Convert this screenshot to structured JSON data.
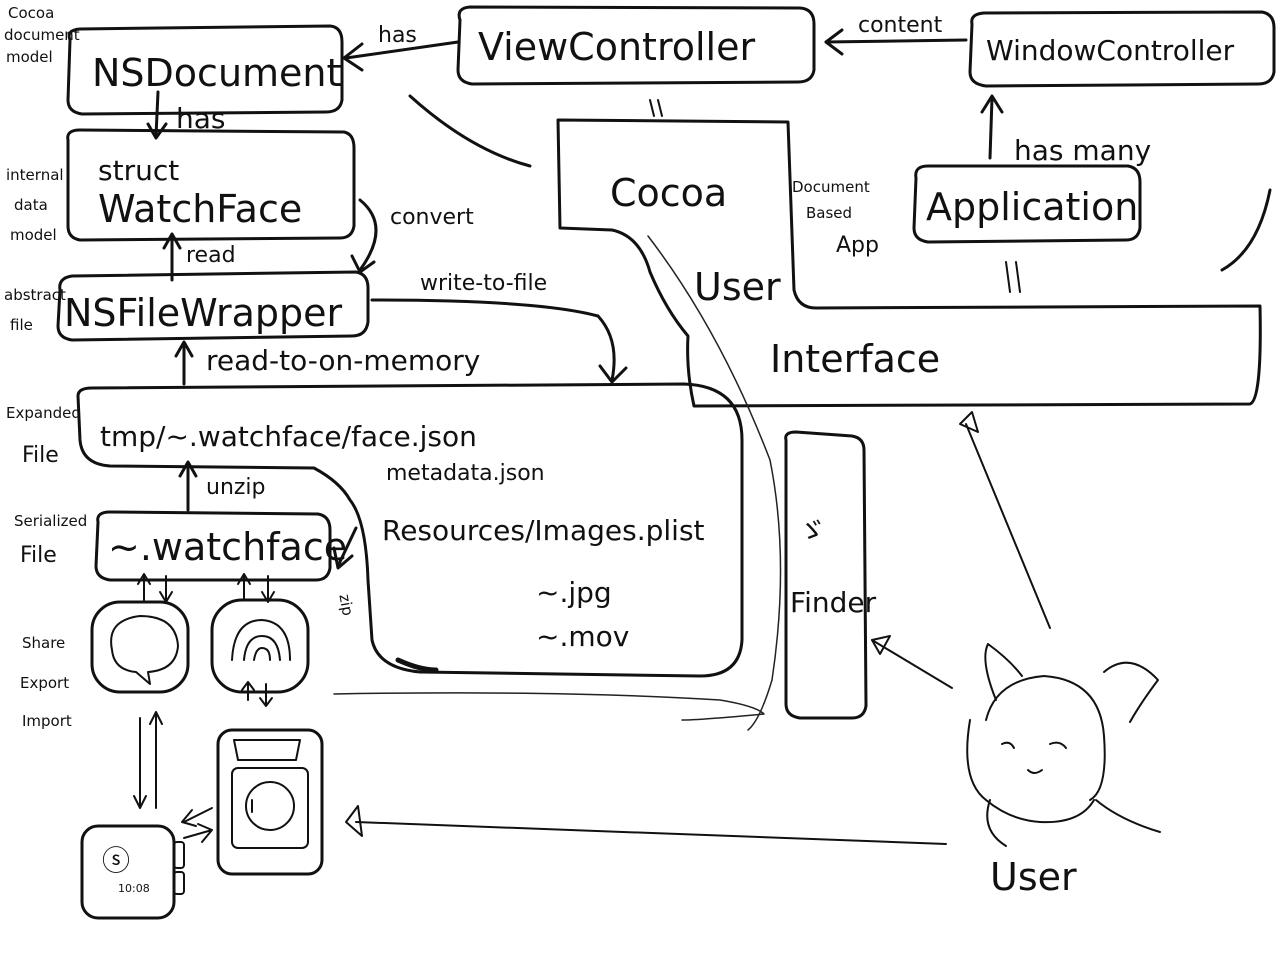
{
  "layers": {
    "document_model": [
      "Cocoa",
      "document",
      "model"
    ],
    "internal_data_model": [
      "internal",
      "data",
      "model"
    ],
    "abstract_file": [
      "abstract",
      "file"
    ],
    "expanded_file": [
      "Expanded",
      "File"
    ],
    "serialized_file": [
      "Serialized",
      "File"
    ],
    "share_export_import": [
      "Share",
      "Export",
      "Import"
    ]
  },
  "nodes": {
    "nsdocument": "NSDocument",
    "viewcontroller": "ViewController",
    "windowcontroller": "WindowController",
    "struct_line1": "struct",
    "struct_line2": "WatchFace",
    "nsfilewrapper": "NSFileWrapper",
    "expanded_path": "tmp/~.watchface/face.json",
    "metadata": "metadata.json",
    "resources": "Resources/Images.plist",
    "jpg": "~.jpg",
    "mov": "~.mov",
    "serialized": "~.watchface",
    "cocoa": "Cocoa",
    "user_ui": "User",
    "interface": "Interface",
    "application": "Application",
    "finder": "Finder",
    "user": "User",
    "watch_time": "10:08",
    "doc_based_app": [
      "Document",
      "Based",
      "App"
    ]
  },
  "edges": {
    "has_view": "has",
    "content": "content",
    "has_struct": "has",
    "has_many": "has many",
    "read": "read",
    "convert": "convert",
    "write_to_file": "write-to-file",
    "read_to_memory": "read-to-on-memory",
    "unzip": "unzip",
    "zip": "zip"
  },
  "colors": {
    "ink": "#111111",
    "paper": "#ffffff"
  }
}
